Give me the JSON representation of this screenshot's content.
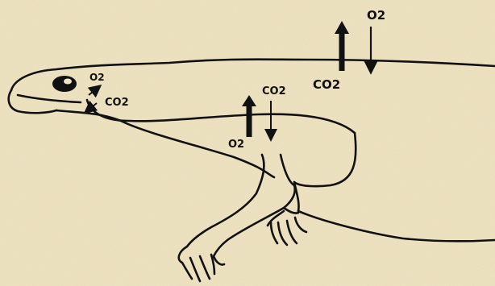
{
  "colors": {
    "paper": "#efe4c4",
    "ink": "#111111"
  },
  "labels": {
    "mouth_o2": "O2",
    "mouth_co2": "CO2",
    "neck_co2": "CO2",
    "neck_o2": "O2",
    "back_co2": "CO2",
    "back_o2": "O2"
  }
}
